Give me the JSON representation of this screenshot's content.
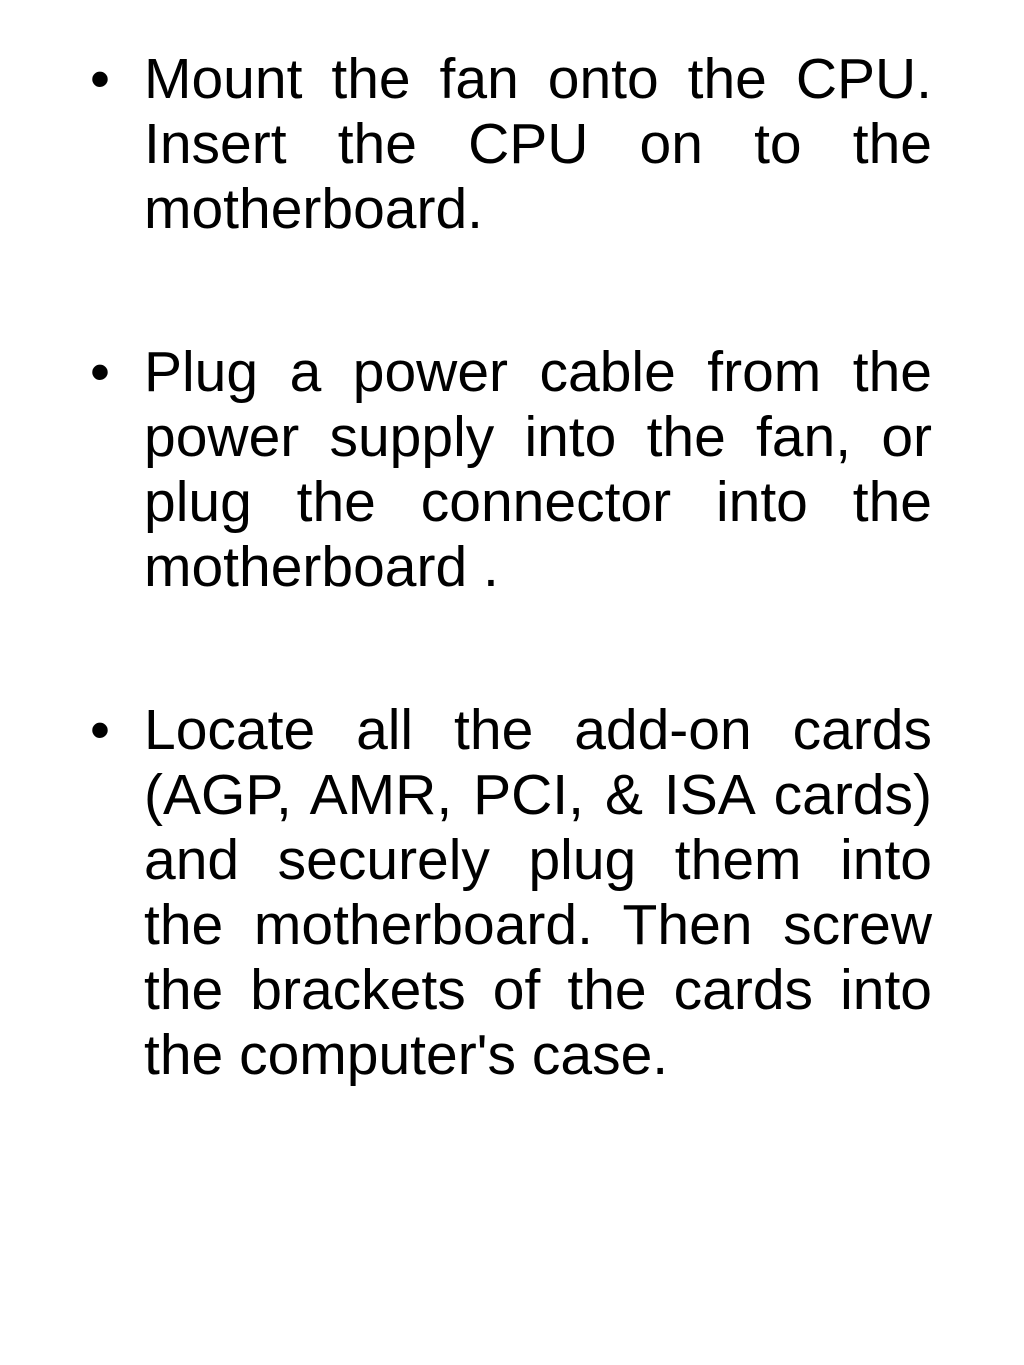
{
  "bullet_glyph": "•",
  "bullets": [
    {
      "text": "Mount the fan onto the CPU.  Insert the CPU on to the motherboard."
    },
    {
      "text": "Plug a power cable from the power supply into the fan, or plug the connector into the motherboard ."
    },
    {
      "text": "Locate all the add-on cards (AGP, AMR, PCI, & ISA cards) and securely plug them into the motherboard.  Then screw the brackets of the cards into the computer's case."
    }
  ]
}
